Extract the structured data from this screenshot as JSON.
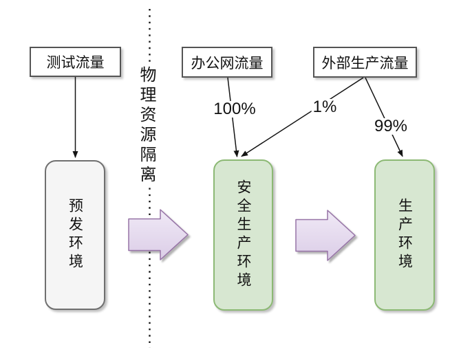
{
  "diagram": {
    "divider": {
      "label": "物理资源隔离"
    },
    "sources": [
      {
        "label": "测试流量"
      },
      {
        "label": "办公网流量"
      },
      {
        "label": "外部生产流量"
      }
    ],
    "environments": [
      {
        "label": "预发环境",
        "fill": "#f5f5f5",
        "border": "#6f6f6f"
      },
      {
        "label": "安全生产环境",
        "fill": "#d7e7d1",
        "border": "#8cb974"
      },
      {
        "label": "生产环境",
        "fill": "#d7e7d1",
        "border": "#8cb974"
      }
    ],
    "edges": [
      {
        "from": "测试流量",
        "to": "预发环境",
        "label": ""
      },
      {
        "from": "办公网流量",
        "to": "安全生产环境",
        "label": "100%"
      },
      {
        "from": "外部生产流量",
        "to": "安全生产环境",
        "label": "1%"
      },
      {
        "from": "外部生产流量",
        "to": "生产环境",
        "label": "99%"
      }
    ],
    "stage_arrows": {
      "fill": "#e4d8ee",
      "border": "#9673a6"
    },
    "line_color": "#141414"
  }
}
